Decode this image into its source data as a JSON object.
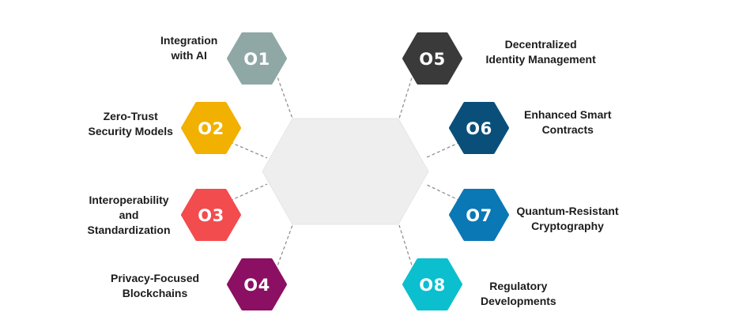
{
  "items": [
    {
      "number": "O1",
      "lines": [
        "Integration",
        "with AI"
      ],
      "color": "#8fa8a6"
    },
    {
      "number": "O2",
      "lines": [
        "Zero-Trust",
        "Security Models"
      ],
      "color": "#f2b000"
    },
    {
      "number": "O3",
      "lines": [
        "Interoperability",
        "and",
        "Standardization"
      ],
      "color": "#f24c4e"
    },
    {
      "number": "O4",
      "lines": [
        "Privacy-Focused",
        "Blockchains"
      ],
      "color": "#8b0f63"
    },
    {
      "number": "O5",
      "lines": [
        "Decentralized",
        "Identity Management"
      ],
      "color": "#3a3a3a"
    },
    {
      "number": "O6",
      "lines": [
        "Enhanced Smart",
        "Contracts"
      ],
      "color": "#0a4f7a"
    },
    {
      "number": "O7",
      "lines": [
        "Quantum-Resistant",
        "Cryptography"
      ],
      "color": "#0a78b4"
    },
    {
      "number": "O8",
      "lines": [
        "Regulatory",
        "Developments"
      ],
      "color": "#0bbfcf"
    }
  ],
  "center_color": "#eeeeee",
  "connector_color": "#888888"
}
